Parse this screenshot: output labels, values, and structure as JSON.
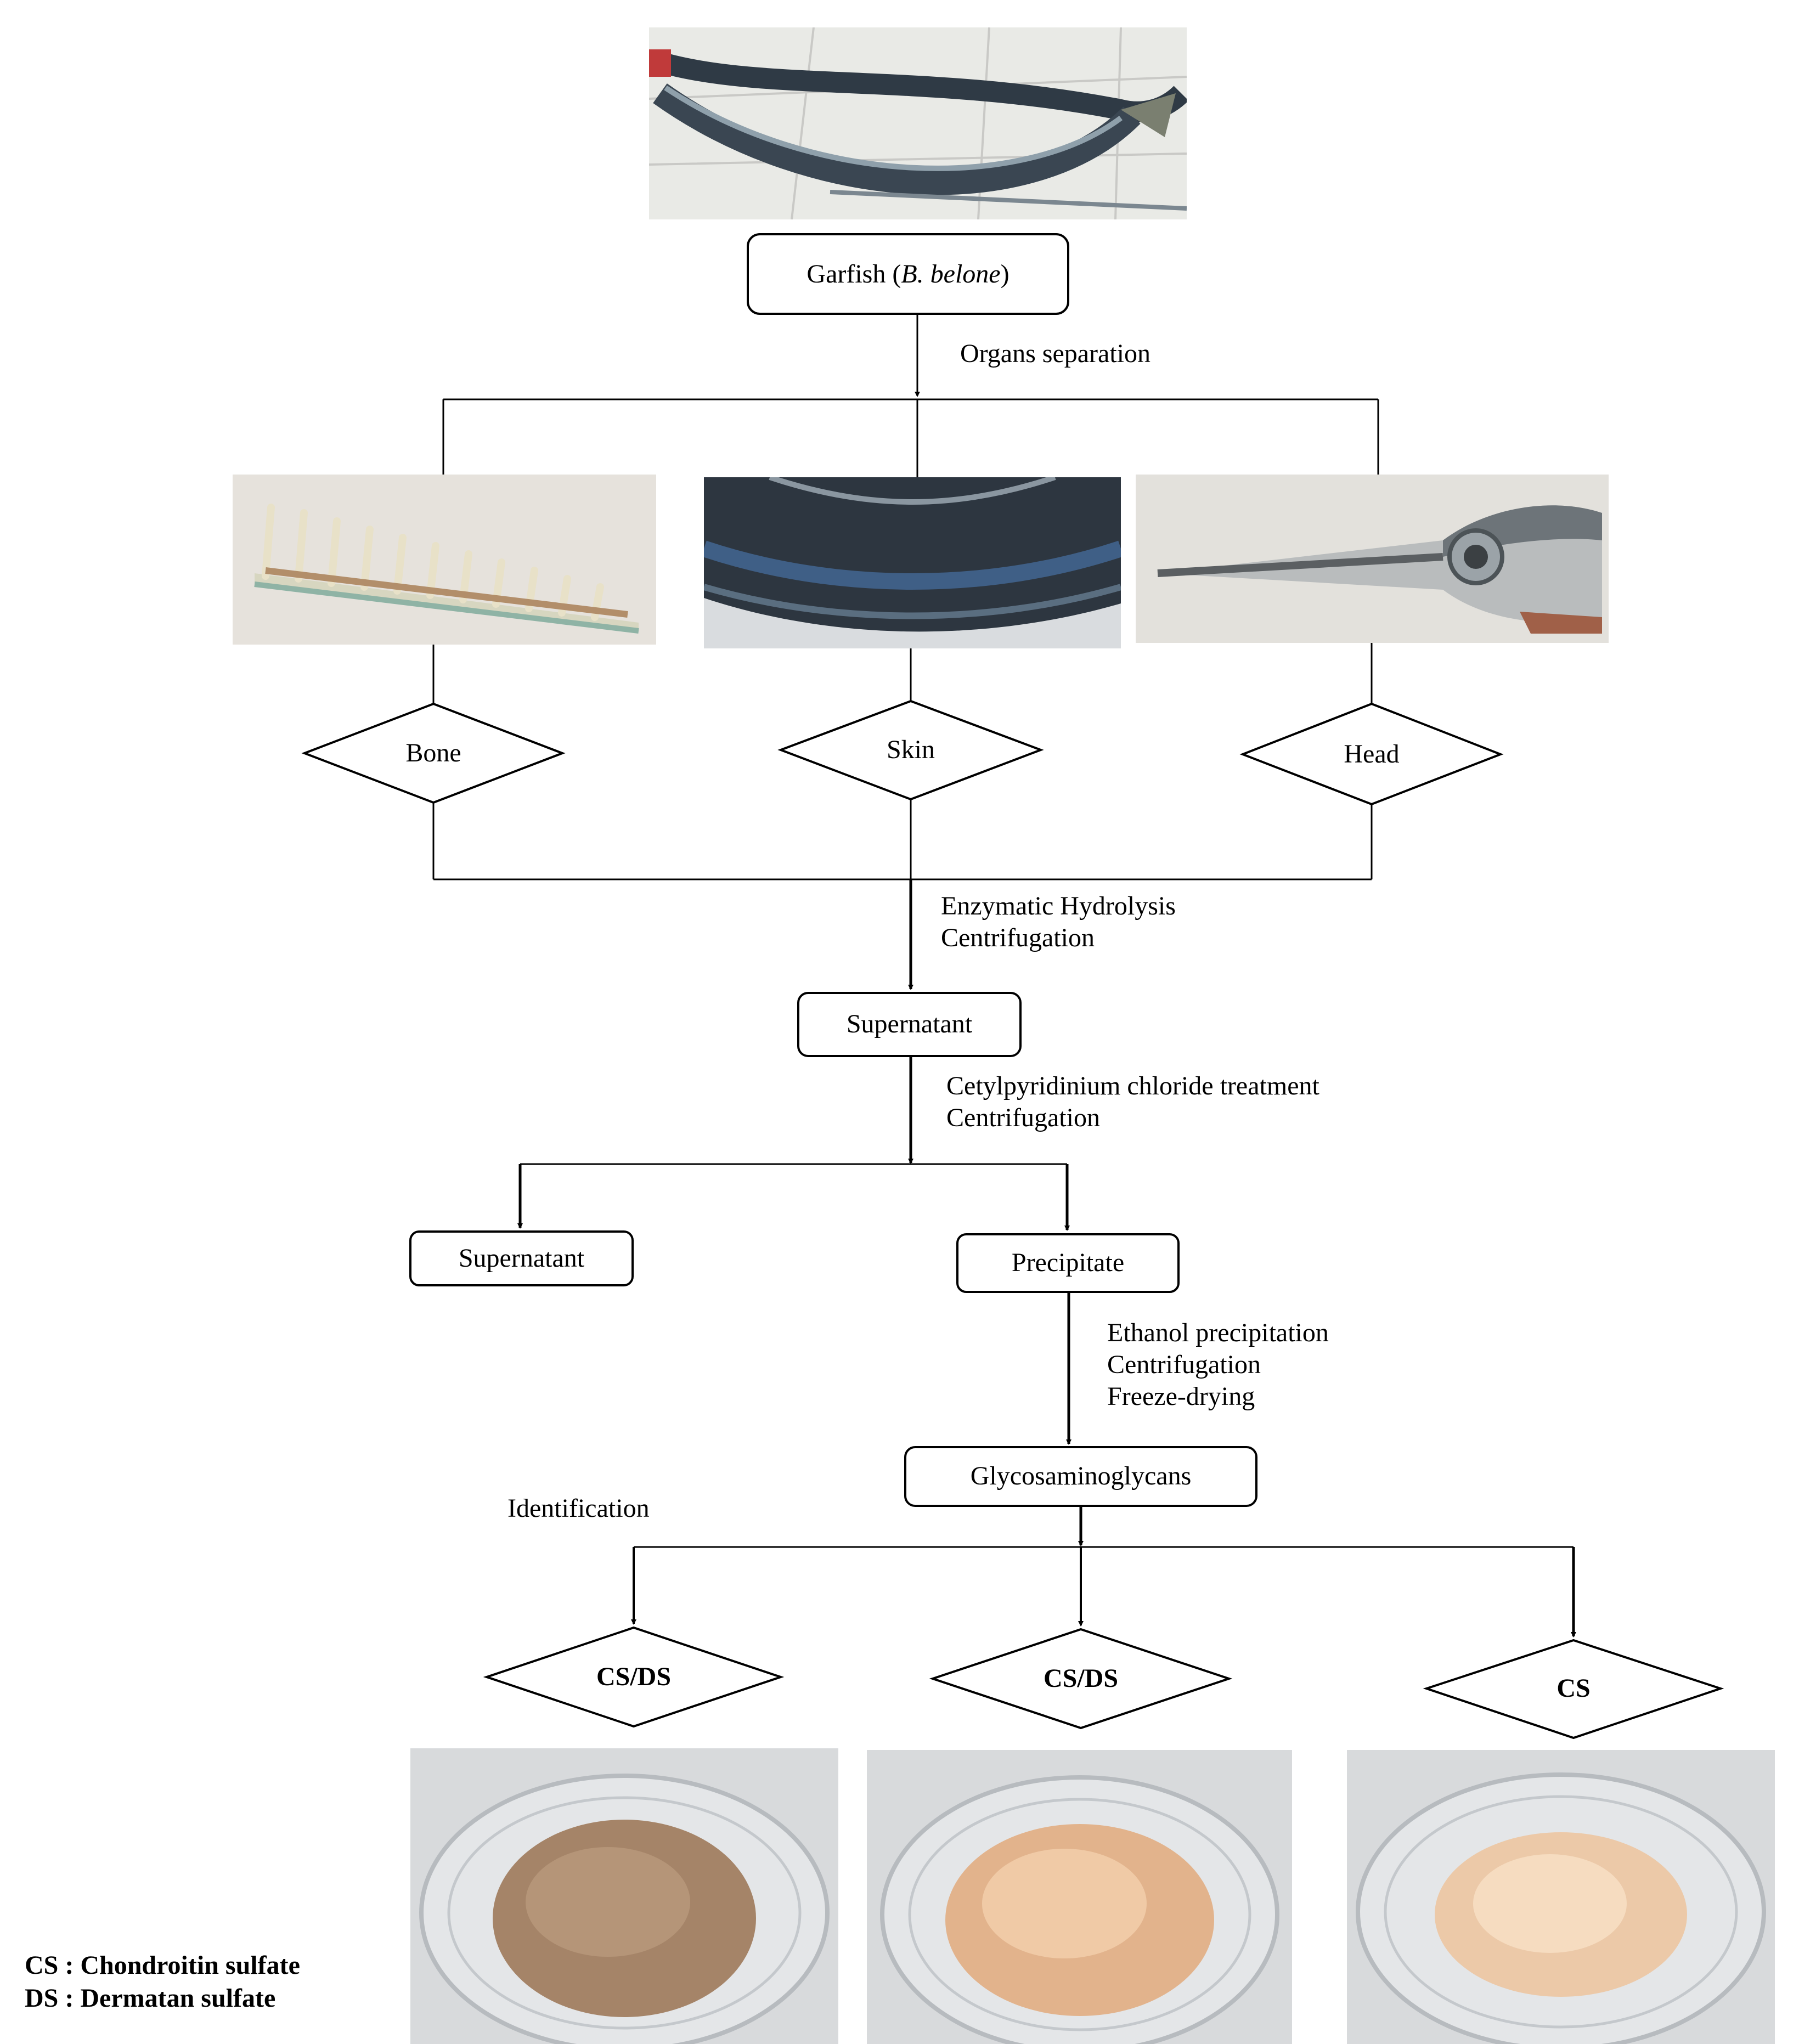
{
  "nodes": {
    "start": {
      "prefix": "Garfish (",
      "italic": "B. belone",
      "suffix": ")"
    },
    "bone": "Bone",
    "skin": "Skin",
    "head": "Head",
    "supernatant1": "Supernatant",
    "supernatant2": "Supernatant",
    "precipitate": "Precipitate",
    "gag": "Glycosaminoglycans",
    "result1": "CS/DS",
    "result2": "CS/DS",
    "result3": "CS"
  },
  "steps": {
    "organs": "Organs separation",
    "hydrolysis": [
      "Enzymatic Hydrolysis",
      "Centrifugation"
    ],
    "cpc": [
      "Cetylpyridinium chloride treatment",
      "Centrifugation"
    ],
    "ethanol": [
      "Ethanol precipitation",
      "Centrifugation",
      "Freeze-drying"
    ],
    "identification": "Identification"
  },
  "legend": [
    "CS : Chondroitin sulfate",
    "DS : Dermatan sulfate"
  ],
  "photos": {
    "garfish": "garfish-photo",
    "bone": "bone-photo",
    "skin": "skin-photo",
    "head": "head-photo",
    "powder1": "powder-photo",
    "powder2": "powder-photo",
    "powder3": "powder-photo"
  }
}
